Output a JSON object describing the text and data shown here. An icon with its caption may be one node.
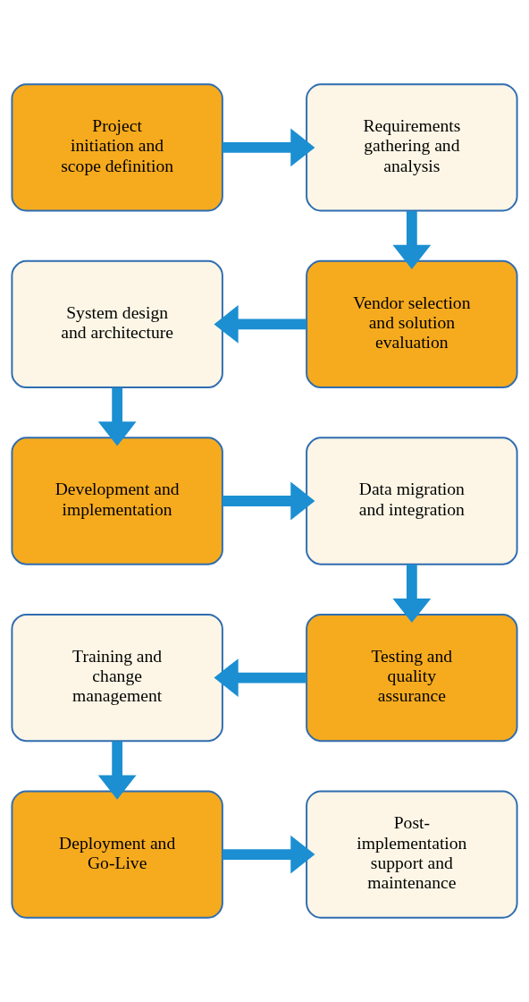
{
  "diagram": {
    "nodes": [
      {
        "text": [
          "Project initiation and scope definition"
        ]
      },
      {
        "text": [
          "Requirements gathering and analysis"
        ]
      },
      {
        "text": [
          "System design and architecture"
        ]
      },
      {
        "text": [
          "Vendor selection and solution evaluation"
        ]
      },
      {
        "text": [
          "Development and implementation"
        ]
      },
      {
        "text": [
          "Data migration and integration"
        ]
      },
      {
        "text": [
          "Training and change management"
        ]
      },
      {
        "text": [
          "Testing and quality assurance"
        ]
      },
      {
        "text": [
          "Deployment and Go-Live"
        ]
      },
      {
        "text": [
          "Post-implementation support and maintenance"
        ]
      }
    ],
    "edges": [
      {
        "from": 0,
        "to": 1,
        "arrow": "to"
      },
      {
        "from": 1,
        "to": 3,
        "arrow": "to"
      },
      {
        "from": 3,
        "to": 2,
        "arrow": "to"
      },
      {
        "from": 2,
        "to": 4,
        "arrow": "to"
      },
      {
        "from": 4,
        "to": 5,
        "arrow": "to"
      },
      {
        "from": 5,
        "to": 7,
        "arrow": "to"
      },
      {
        "from": 7,
        "to": 6,
        "arrow": "to"
      },
      {
        "from": 6,
        "to": 8,
        "arrow": "to"
      },
      {
        "from": 8,
        "to": 9,
        "arrow": "to"
      }
    ]
  }
}
